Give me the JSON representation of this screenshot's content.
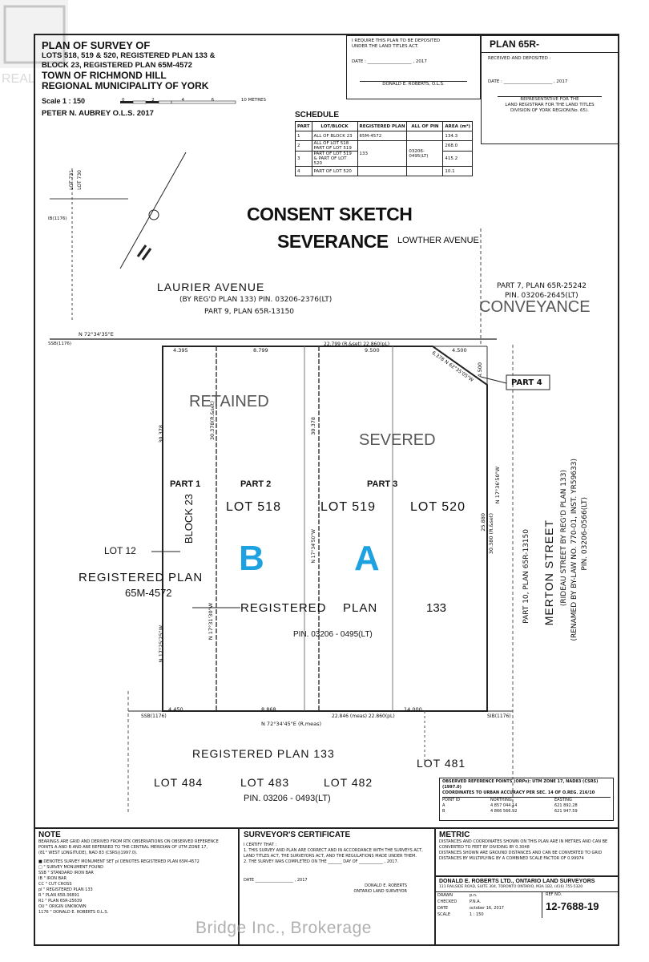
{
  "title_block": {
    "l1": "PLAN  OF  SURVEY  OF",
    "l2": "LOTS 518, 519 & 520, REGISTERED PLAN 133 &",
    "l3": "BLOCK 23, REGISTERED PLAN 65M-4572",
    "l4": "TOWN OF RICHMOND HILL",
    "l5": "REGIONAL MUNICIPALITY OF YORK",
    "scale": "Scale   1 : 150",
    "scale_ticks": [
      "0",
      "2",
      "4",
      "6",
      "10 METRES"
    ],
    "surveyor": "PETER N. AUBREY  O.L.S.    2017"
  },
  "deposit_box": {
    "l1": "I REQUIRE THIS PLAN TO BE DEPOSITED",
    "l2": "UNDER THE LAND TITLES ACT.",
    "date": "DATE : ____________________ , 2017",
    "name": "DONALD E. ROBERTS, O.L.S."
  },
  "plan_box": {
    "title": "PLAN 65R-",
    "received": "RECEIVED AND DEPOSITED :",
    "date": "DATE : ______________________ , 2017",
    "rep1": "REPRESENTATIVE FOR THE",
    "rep2": "LAND REGISTRAR FOR THE LAND TITLES",
    "rep3": "DIVISION OF YORK REGION(No. 65)."
  },
  "schedule": {
    "title": "SCHEDULE",
    "headers": [
      "PART",
      "LOT/BLOCK",
      "REGISTERED PLAN",
      "ALL OF PIN",
      "AREA (m²)"
    ],
    "rows": [
      [
        "1",
        "ALL OF BLOCK 23",
        "65M-4572",
        "",
        "134.3"
      ],
      [
        "2",
        "ALL OF LOT 518 PART OF LOT 519",
        "133",
        "03206-0495(LT)",
        "268.0"
      ],
      [
        "3",
        "PART OF LOT 519 & PART OF LOT 520",
        "",
        "",
        "415.2"
      ],
      [
        "4",
        "PART OF LOT 520",
        "",
        "",
        "10.1"
      ]
    ]
  },
  "overlays": {
    "consent": "CONSENT SKETCH",
    "severance": "SEVERANCE",
    "conveyance": "CONVEYANCE",
    "retained": "RETAINED",
    "severed": "SEVERED",
    "letter_b": "B",
    "letter_a": "A",
    "watermark": "Bridge Inc., Brokerage",
    "logo_text": "REAL"
  },
  "map_labels": {
    "lowther": "LOWTHER   AVENUE",
    "lot731": "LOT 731",
    "lot730": "LOT 730",
    "laurier": "LAURIER              AVENUE",
    "laurier_sub": "(BY REG'D PLAN 133) PIN. 03206-2376(LT)",
    "part9": "PART 9, PLAN 65R-13150",
    "part7": "PART 7, PLAN 65R-25242",
    "pin2645": "PIN. 03206-2645(LT)",
    "bearing_top": "N 72°34'35\"E",
    "bearing_bot": "N 72°34'45\"E (R.meas)",
    "part1": "PART 1",
    "part2": "PART  2",
    "part3": "PART  3",
    "part4": "PART 4",
    "lot518": "LOT 518",
    "lot519": "LOT 519",
    "lot520": "LOT 520",
    "lot12": "LOT 12",
    "block23": "BLOCK 23",
    "registered": "REGISTERED",
    "plan": "PLAN",
    "m4572": "65M-4572",
    "registered2": "REGISTERED",
    "plan2": "PLAN",
    "n133": "133",
    "pin0495": "PIN.    03206 - 0495(LT)",
    "reg_bottom": "REGISTERED           PLAN            133",
    "lot484": "LOT 484",
    "lot483": "LOT 483",
    "lot482": "LOT 482",
    "lot481": "LOT 481",
    "pin0493": "PIN.     03206 - 0493(LT)",
    "merton": "MERTON    STREET",
    "merton_sub": "(RIDEAU STREET BY REG'D PLAN 133)",
    "merton_sub2": "(RENAMED BY BY-LAW NO. 770-01, INST. YR59633)",
    "merton_pin": "PIN. 03206-0566(LT)",
    "part10": "PART 10, PLAN 65R-13150",
    "dim_4395": "4.395",
    "dim_8799": "8.799",
    "dim_22799": "22.799 (R.&set)   22.860(pL)",
    "dim_9500": "9.500",
    "dim_4500": "4.500",
    "dim_4500b": "4.500",
    "dim_4450": "4.450",
    "dim_8868": "8.868",
    "dim_22846": "22.846 (meas)   22.860(pL)",
    "dim_14000": "14.000",
    "dim_30378": "30.378",
    "dim_30378b": "30.378(R.&set)",
    "dim_30378c": "30.378",
    "dim_30380": "30.380 (R.&set)",
    "dim_25880": "25.880",
    "b_n17": "N 17°25'25\"W",
    "b_n17b": "N 17°31'30\"W",
    "b_n17c": "N 17°36'50\"W",
    "b_n17d": "N 17°34'50\"W",
    "diag": "6.378  N 62°35'05\"W",
    "ib1176": "IB(1176)",
    "ssb1176": "SSB(1176)",
    "ssb_r": "SIB(1176)"
  },
  "coords_table": {
    "title1": "OBSERVED REFERENCE POINTS (ORPs): UTM ZONE 17, NAD83 (CSRS) (1997.0)",
    "title2": "COORDINATES TO URBAN ACCURACY PER SEC. 14 OF O.REG. 216/10",
    "headers": [
      "POINT ID",
      "NORTHING",
      "EASTING"
    ],
    "rows": [
      [
        "A",
        "4 857 044.14",
        "621 892.28"
      ],
      [
        "B",
        "4 866 566.92",
        "621 947.59"
      ]
    ]
  },
  "note": {
    "title": "NOTE",
    "l1": "BEARINGS ARE GRID AND DERIVED FROM RTK OBSERVATIONS ON OBSERVED REFERENCE",
    "l2": "POINTS A AND B AND ARE REFERRED TO THE CENTRAL MERIDIAN OF UTM ZONE 17,",
    "l3": "(81° WEST LONGITUDE), NAD 83 (CSRS)(1997.0).",
    "legend": [
      "■  DENOTES   SURVEY MONUMENT SET      pl  DENOTES  REGISTERED PLAN 65M-4572",
      "□       \"        SURVEY MONUMENT FOUND",
      "SSB      \"        STANDARD IRON BAR",
      "IB        \"        IRON BAR",
      "CC       \"        CUT CROSS",
      "pl        \"        REGISTERED PLAN 133",
      "R         \"        PLAN 65R-36891",
      "R1       \"        PLAN 65R-25639",
      "OU       \"        ORIGIN UNKNOWN",
      "1176    \"        DONALD E. ROBERTS O.L.S."
    ]
  },
  "cert": {
    "title": "SURVEYOR'S CERTIFICATE",
    "l0": "I CERTIFY THAT :",
    "l1": "1. THIS SURVEY AND PLAN ARE CORRECT AND IN ACCORDANCE WITH THE SURVEYS ACT,",
    "l2": "LAND TITLES ACT, THE SURVEYORS ACT, AND THE REGULATIONS MADE UNDER THEM.",
    "l3": "2. THE SURVEY WAS COMPLETED ON THE _______ DAY OF ____________ , 2017.",
    "date": "DATE ___________________ , 2017",
    "sig1": "DONALD E. ROBERTS",
    "sig2": "ONTARIO LAND SURVEYOR"
  },
  "metric": {
    "title": "METRIC",
    "l1": "DISTANCES AND COORDINATES SHOWN ON THIS PLAN ARE IN METRES AND CAN BE",
    "l2": "CONVERTED TO FEET BY DIVIDING BY 0.3048",
    "l3": "DISTANCES SHOWN ARE GROUND DISTANCES AND CAN BE CONVERTED TO GRID",
    "l4": "DISTANCES BY MULTIPLYING BY A COMBINED SCALE FACTOR OF 0.99974"
  },
  "firm": {
    "name": "DONALD E. ROBERTS LTD., ONTARIO LAND SURVEYORS",
    "addr": "111 RAILSIDE ROAD, SUITE 304, TORONTO ONTARIO, M3A 1B2, (416) 755-5320",
    "drawn": "DRAWN",
    "drawn_v": "p.n.",
    "checked": "CHECKED",
    "checked_v": "P.N.A.",
    "date": "DATE",
    "date_v": "october 16, 2017",
    "scale": "SCALE",
    "scale_v": "1 : 150",
    "ref": "REF NO.",
    "ref_v": "12-7688-19"
  }
}
